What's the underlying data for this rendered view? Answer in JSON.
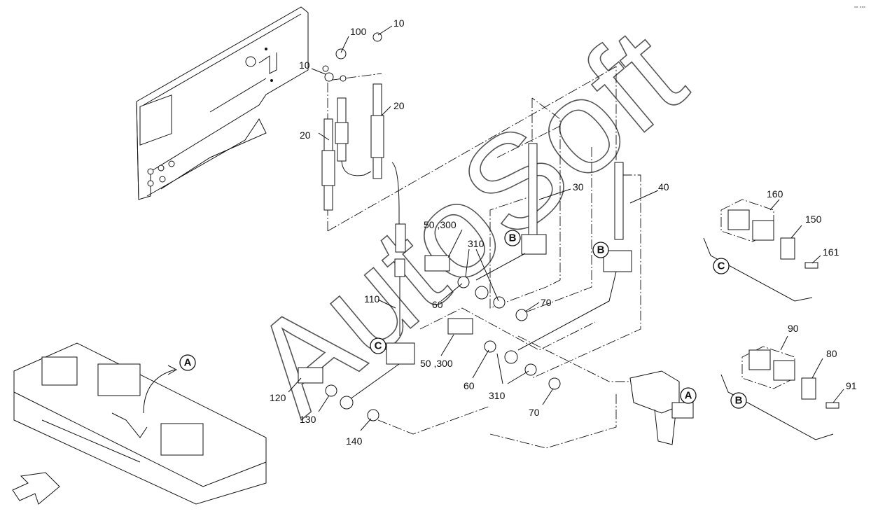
{
  "watermark": "AutoSoft",
  "corner_mark": "°° °°°",
  "callouts": {
    "c10a": "10",
    "c100": "100",
    "c10b": "10",
    "c20a": "20",
    "c20b": "20",
    "c30": "30",
    "c40": "40",
    "c50a": "50 ,300",
    "c310a": "310",
    "c60a": "60",
    "c110": "110",
    "c70a": "70",
    "c50b": "50 ,300",
    "c60b": "60",
    "c310b": "310",
    "c70b": "70",
    "c120": "120",
    "c130": "130",
    "c140": "140",
    "c160": "160",
    "c150": "150",
    "c161": "161",
    "c90": "90",
    "c80": "80",
    "c91": "91"
  },
  "refs": {
    "A": "A",
    "B": "B",
    "C": "C"
  }
}
